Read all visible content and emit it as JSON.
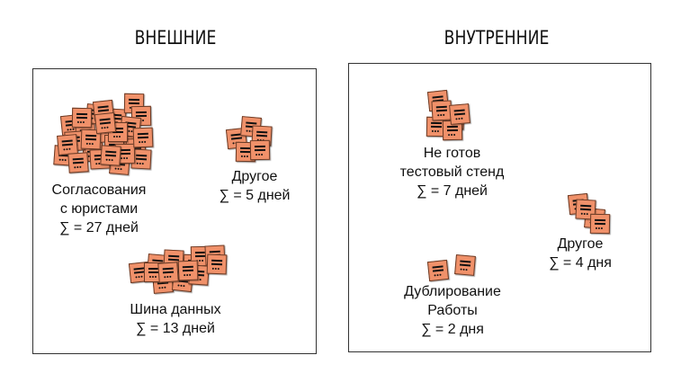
{
  "external": {
    "heading": "ВНЕШНИЕ",
    "clusters": [
      {
        "name": "legal",
        "label_lines": [
          "Согласования",
          "с юристами",
          "∑ = 27 дней"
        ],
        "count": 27
      },
      {
        "name": "other",
        "label_lines": [
          "Другое",
          "∑ = 5 дней"
        ],
        "count": 5
      },
      {
        "name": "data-bus",
        "label_lines": [
          "Шина данных",
          "∑ = 13 дней"
        ],
        "count": 13
      }
    ]
  },
  "internal": {
    "heading": "ВНУТРЕННИЕ",
    "clusters": [
      {
        "name": "test-stand",
        "label_lines": [
          "Не готов",
          "тестовый стенд",
          "∑ = 7 дней"
        ],
        "count": 7
      },
      {
        "name": "other",
        "label_lines": [
          "Другое",
          "∑ = 4 дня"
        ],
        "count": 4
      },
      {
        "name": "duplication",
        "label_lines": [
          "Дублирование",
          "Работы",
          "∑ = 2 дня"
        ],
        "count": 2
      }
    ]
  }
}
